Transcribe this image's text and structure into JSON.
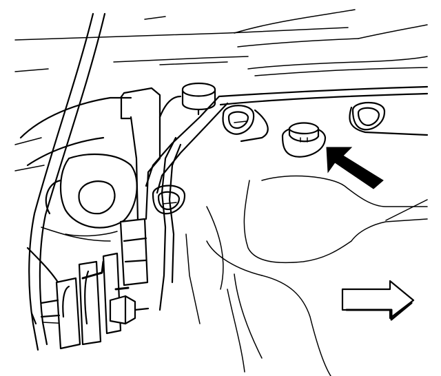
{
  "figure": {
    "subject": "",
    "callouts": [
      {
        "name": "bolt-callout-arrow",
        "kind": "arrow",
        "fill": "#000000"
      },
      {
        "name": "direction-arrow",
        "kind": "hollow-arrow",
        "fill": "#ffffff"
      }
    ],
    "line_color": "#000000",
    "background_color": "#ffffff"
  }
}
